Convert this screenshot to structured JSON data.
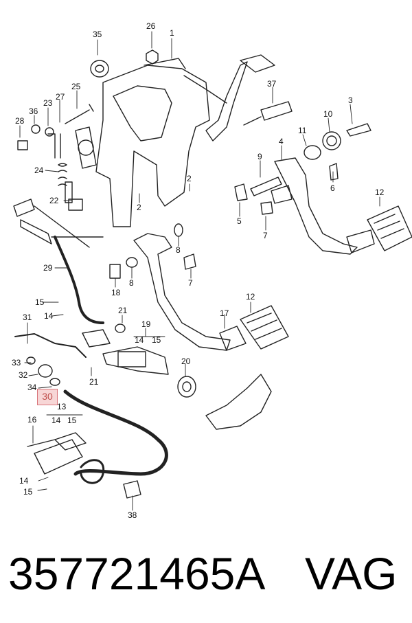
{
  "callouts": [
    {
      "id": "c35",
      "text": "35"
    },
    {
      "id": "c26",
      "text": "26"
    },
    {
      "id": "c1",
      "text": "1"
    },
    {
      "id": "c25",
      "text": "25"
    },
    {
      "id": "c23",
      "text": "23"
    },
    {
      "id": "c27",
      "text": "27"
    },
    {
      "id": "c36",
      "text": "36"
    },
    {
      "id": "c28",
      "text": "28"
    },
    {
      "id": "c24",
      "text": "24"
    },
    {
      "id": "c22",
      "text": "22"
    },
    {
      "id": "c29",
      "text": "29"
    },
    {
      "id": "c2a",
      "text": "2"
    },
    {
      "id": "c2b",
      "text": "2"
    },
    {
      "id": "c37",
      "text": "37"
    },
    {
      "id": "c3",
      "text": "3"
    },
    {
      "id": "c10",
      "text": "10"
    },
    {
      "id": "c11",
      "text": "11"
    },
    {
      "id": "c4",
      "text": "4"
    },
    {
      "id": "c9",
      "text": "9"
    },
    {
      "id": "c6",
      "text": "6"
    },
    {
      "id": "c5",
      "text": "5"
    },
    {
      "id": "c7a",
      "text": "7"
    },
    {
      "id": "c12a",
      "text": "12"
    },
    {
      "id": "c8a",
      "text": "8"
    },
    {
      "id": "c18",
      "text": "18"
    },
    {
      "id": "c8b",
      "text": "8"
    },
    {
      "id": "c7b",
      "text": "7"
    },
    {
      "id": "c15a",
      "text": "15"
    },
    {
      "id": "c14a",
      "text": "14"
    },
    {
      "id": "c31",
      "text": "31"
    },
    {
      "id": "c21a",
      "text": "21"
    },
    {
      "id": "c19",
      "text": "19"
    },
    {
      "id": "c14b",
      "text": "14"
    },
    {
      "id": "c15b",
      "text": "15"
    },
    {
      "id": "c12b",
      "text": "12"
    },
    {
      "id": "c17",
      "text": "17"
    },
    {
      "id": "c33",
      "text": "33"
    },
    {
      "id": "c32",
      "text": "32"
    },
    {
      "id": "c21b",
      "text": "21"
    },
    {
      "id": "c20",
      "text": "20"
    },
    {
      "id": "c34",
      "text": "34"
    },
    {
      "id": "c13",
      "text": "13"
    },
    {
      "id": "c14c",
      "text": "14"
    },
    {
      "id": "c15c",
      "text": "15"
    },
    {
      "id": "c16",
      "text": "16"
    },
    {
      "id": "c14d",
      "text": "14"
    },
    {
      "id": "c15d",
      "text": "15"
    },
    {
      "id": "c38",
      "text": "38"
    }
  ],
  "highlighted_callout": "30",
  "highlight_color": "#d9747a",
  "footer": {
    "part_number": "357721465A",
    "brand": "VAG"
  }
}
